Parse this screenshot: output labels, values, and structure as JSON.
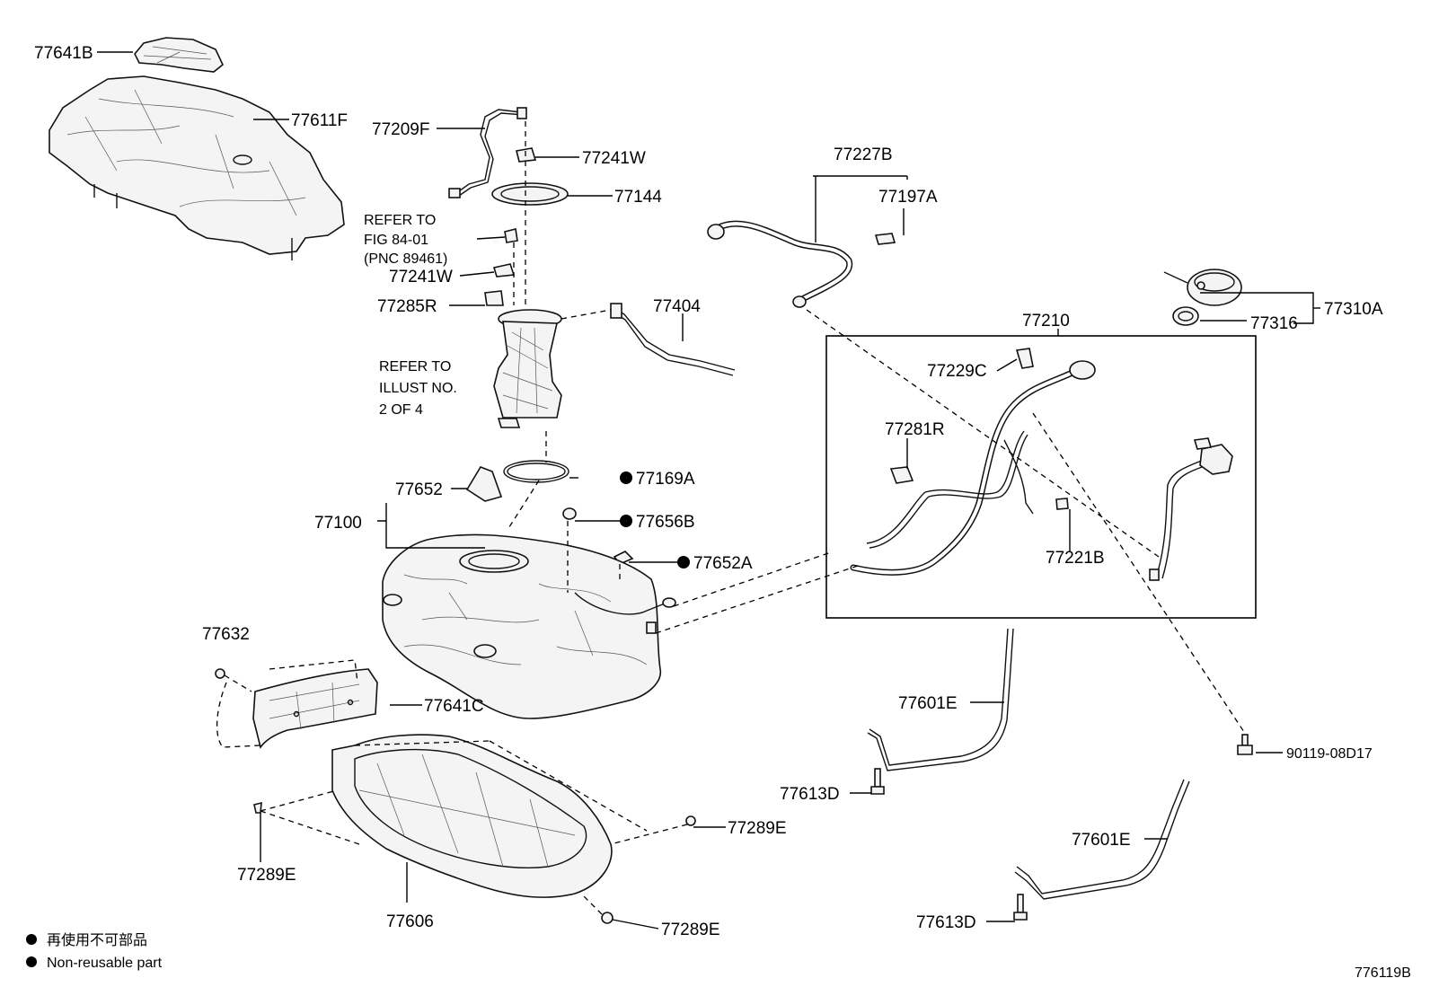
{
  "labels": {
    "p77641B": "77641B",
    "p77611F": "77611F",
    "p77209F": "77209F",
    "p77241W_top": "77241W",
    "p77144": "77144",
    "refer_fig_1": "REFER TO",
    "refer_fig_2": "FIG 84-01",
    "refer_fig_3": "(PNC 89461)",
    "p77241W_mid": "77241W",
    "p77285R": "77285R",
    "p77404": "77404",
    "refer_illust_1": "REFER TO",
    "refer_illust_2": "ILLUST NO.",
    "refer_illust_3": "2 OF 4",
    "p77227B": "77227B",
    "p77197A": "77197A",
    "p77210": "77210",
    "p77310A": "77310A",
    "p77316": "77316",
    "p77229C": "77229C",
    "p77281R": "77281R",
    "p77221B": "77221B",
    "p77169A": "77169A",
    "p77652": "77652",
    "p77100": "77100",
    "p77656B": "77656B",
    "p77652A": "77652A",
    "p77632": "77632",
    "p77641C": "77641C",
    "p77601E_a": "77601E",
    "p90119": "90119-08D17",
    "p77613D_a": "77613D",
    "p77289E_right": "77289E",
    "p77601E_b": "77601E",
    "p77289E_left": "77289E",
    "p77606": "77606",
    "p77613D_b": "77613D",
    "p77289E_bottom": "77289E"
  },
  "legend": {
    "line1": "再使用不可部品",
    "line2": "Non-reusable part"
  },
  "figure_id": "776119B"
}
